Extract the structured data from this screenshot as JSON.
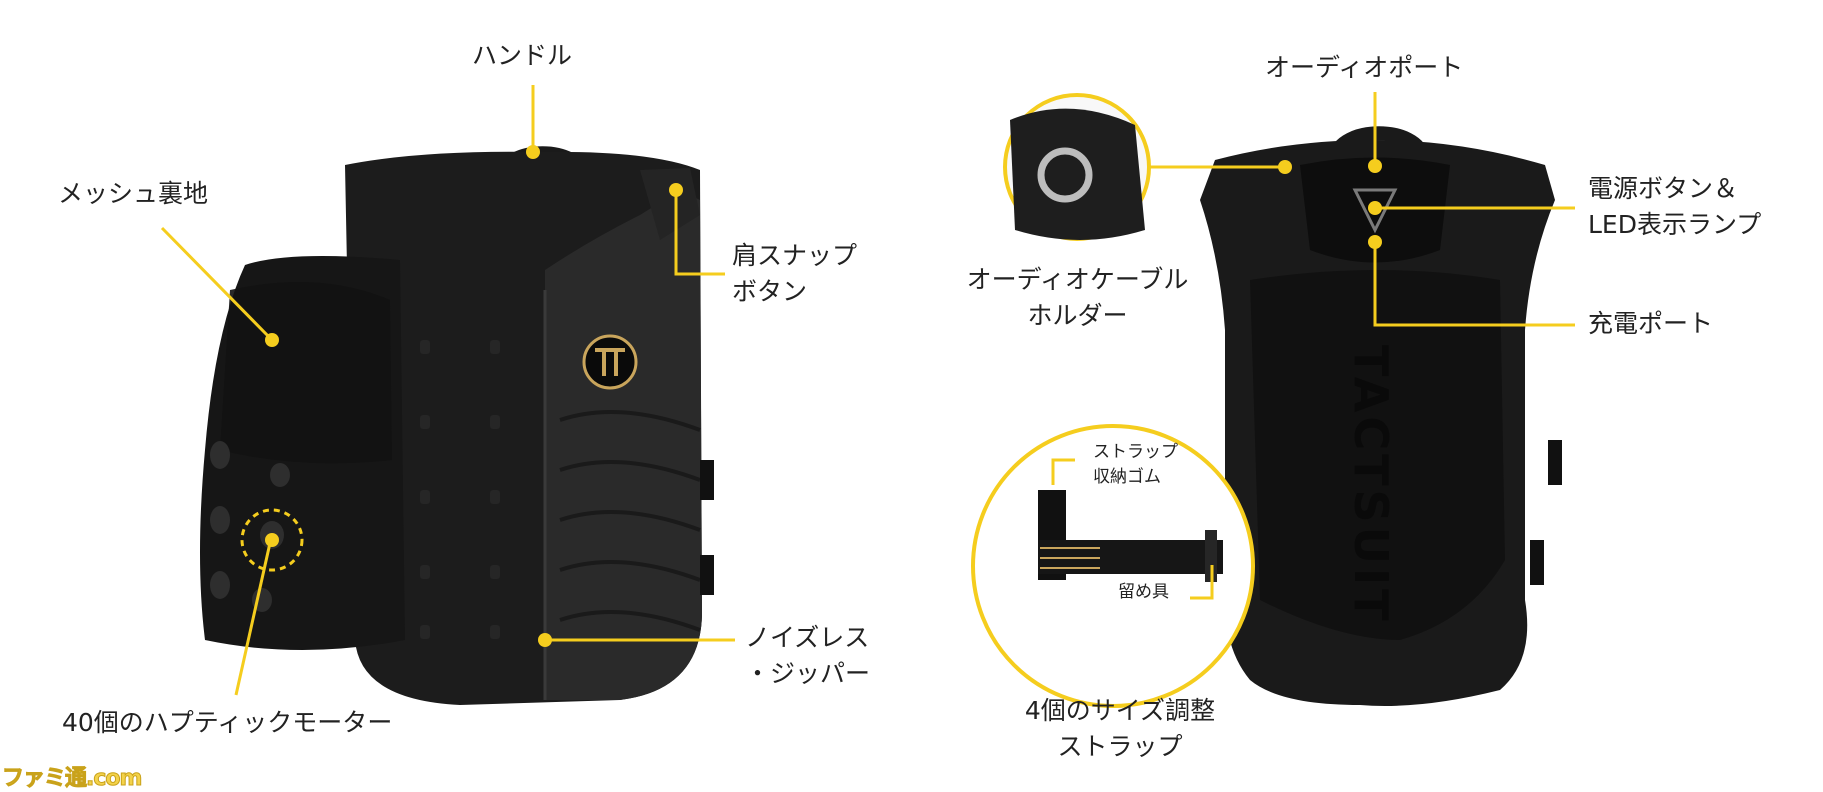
{
  "colors": {
    "accent": "#f5cd1e",
    "vest": "#1c1c1c",
    "vest_dark": "#0e0e0e",
    "vest_panel": "#2b2b2b",
    "logo_gold": "#c9a55c"
  },
  "front_vest": {
    "labels": {
      "handle": "ハンドル",
      "mesh_lining": "メッシュ裏地",
      "shoulder_snap": [
        "肩スナップ",
        "ボタン"
      ],
      "zipper": [
        "ノイズレス",
        "・ジッパー"
      ],
      "motors": "40個のハプティックモーター"
    }
  },
  "back_vest": {
    "logo_text": "TACTSUIT",
    "labels": {
      "audio_port": "オーディオポート",
      "power_button": [
        "電源ボタン＆",
        "LED表示ランプ"
      ],
      "charge_port": "充電ポート",
      "cable_holder": [
        "オーディオケーブル",
        "ホルダー"
      ],
      "strap_storage": [
        "ストラップ",
        "収納ゴム"
      ],
      "fastener": "留め具",
      "size_straps": [
        "4個のサイズ調整",
        "ストラップ"
      ]
    }
  },
  "watermark": "ファミ通.com"
}
